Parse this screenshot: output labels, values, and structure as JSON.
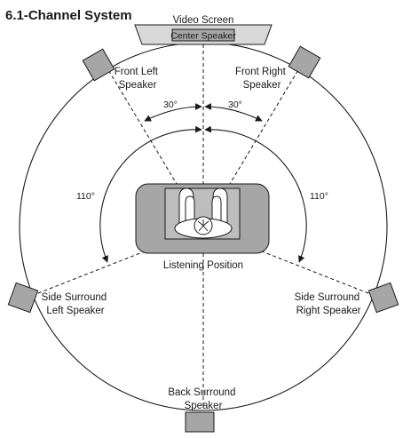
{
  "title": "6.1-Channel System",
  "video_screen": {
    "label": "Video Screen",
    "center_label": "Center Speaker"
  },
  "speakers": {
    "front_left": [
      "Front Left",
      "Speaker"
    ],
    "front_right": [
      "Front Right",
      "Speaker"
    ],
    "side_left": [
      "Side Surround",
      "Left Speaker"
    ],
    "side_right": [
      "Side Surround",
      "Right Speaker"
    ],
    "back": [
      "Back Surround",
      "Speaker"
    ]
  },
  "angles": {
    "front_left": "30°",
    "front_right": "30°",
    "side_left": "110°",
    "side_right": "110°"
  },
  "listening_label": "Listening Position",
  "colors": {
    "speaker_fill": "#a6a6a6",
    "screen_fill": "#d9d9d9",
    "sofa_fill": "#a6a6a6",
    "line": "#1a1a1a"
  }
}
